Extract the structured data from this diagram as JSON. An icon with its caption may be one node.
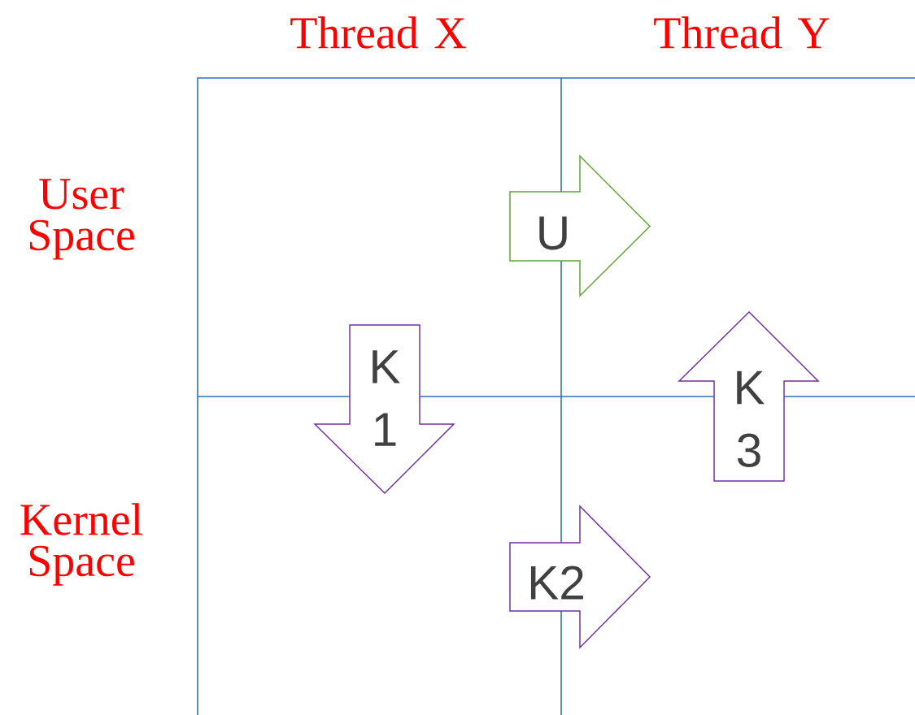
{
  "diagram": {
    "nodes": [
      {
        "text": [
          "U"
        ]
      },
      {
        "text": [
          "K 1"
        ]
      },
      {
        "text": [
          "K 3"
        ]
      },
      {
        "text": [
          "K2"
        ]
      }
    ],
    "labels": [
      "Thread X",
      "Thread Y",
      "User Space",
      "Kernel Space"
    ]
  }
}
